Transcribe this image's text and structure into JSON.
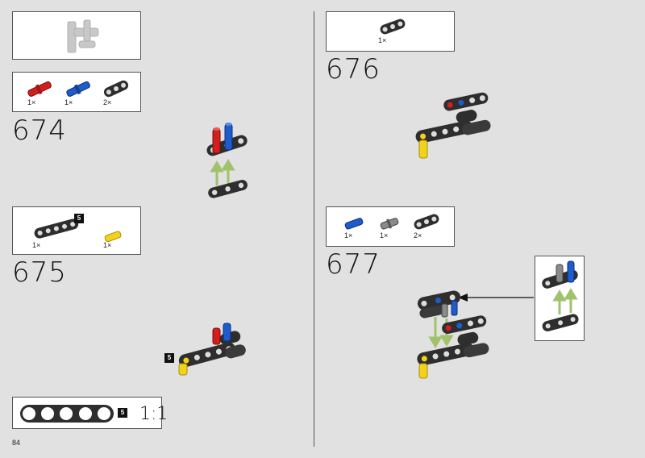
{
  "page": {
    "number": "84"
  },
  "steps": [
    {
      "number": "674",
      "parts": [
        {
          "qty": "1×"
        },
        {
          "qty": "1×"
        },
        {
          "qty": "2×"
        }
      ]
    },
    {
      "number": "675",
      "badge": "5",
      "assembly_badge": "5",
      "parts": [
        {
          "qty": "1×"
        },
        {
          "qty": "1×"
        }
      ]
    },
    {
      "number": "676",
      "parts": [
        {
          "qty": "1×"
        }
      ]
    },
    {
      "number": "677",
      "parts": [
        {
          "qty": "1×"
        },
        {
          "qty": "1×"
        },
        {
          "qty": "2×"
        }
      ]
    }
  ],
  "scale_ruler": {
    "badge": "5",
    "scale": "1:1"
  },
  "colors": {
    "red": "#d21e1e",
    "blue": "#1e5ccc",
    "yellow": "#f2d21a",
    "dark": "#2e2e2e",
    "grey": "#8a8a8a",
    "arrow": "#9fc26b"
  }
}
